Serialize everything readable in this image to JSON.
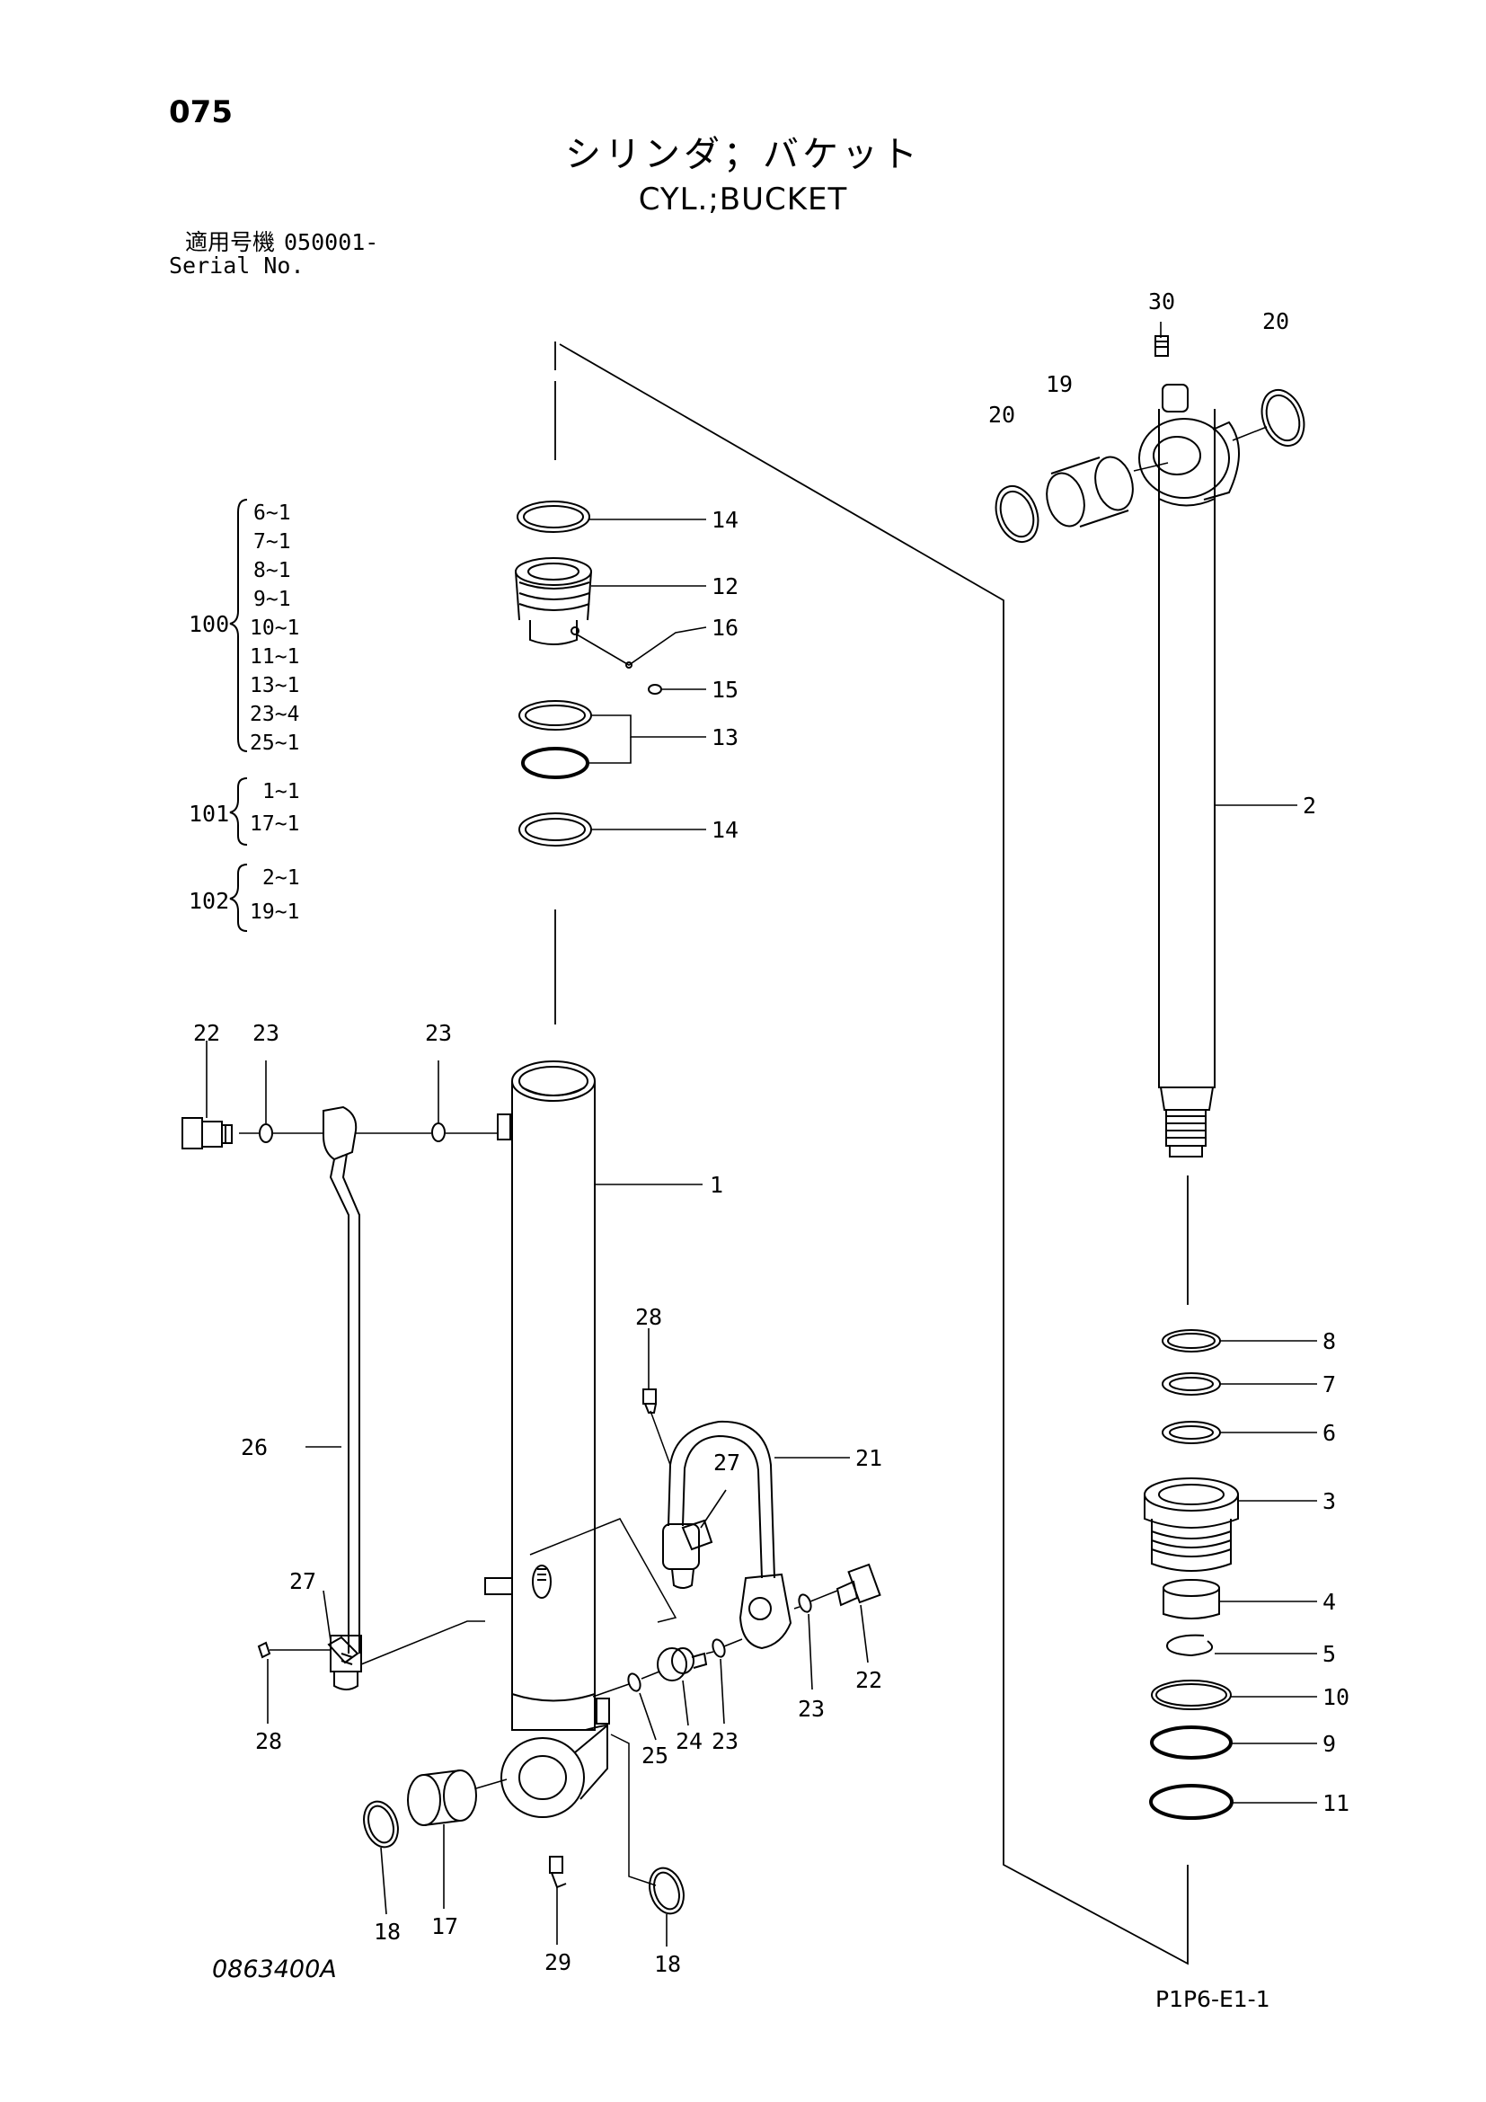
{
  "page_number": "075",
  "title_jp": "シリンダ；バケット",
  "title_en": "CYL.;BUCKET",
  "serial": {
    "label_jp": "適用号機",
    "value": "050001-",
    "label_en": "Serial No."
  },
  "kits": [
    {
      "number": "100",
      "items": [
        "6~1",
        "7~1",
        "8~1",
        "9~1",
        "10~1",
        "11~1",
        "13~1",
        "23~4",
        "25~1"
      ]
    },
    {
      "number": "101",
      "items": [
        "1~1",
        "17~1"
      ]
    },
    {
      "number": "102",
      "items": [
        "2~1",
        "19~1"
      ]
    }
  ],
  "callouts": {
    "c14a": "14",
    "c12": "12",
    "c16": "16",
    "c15": "15",
    "c13": "13",
    "c14b": "14",
    "c30": "30",
    "c20a": "20",
    "c20b": "20",
    "c19": "19",
    "c2": "2",
    "c8": "8",
    "c7": "7",
    "c6": "6",
    "c3": "3",
    "c4": "4",
    "c5": "5",
    "c10": "10",
    "c9": "9",
    "c11": "11",
    "c22a": "22",
    "c23a": "23",
    "c23b": "23",
    "c1": "1",
    "c28a": "28",
    "c27a": "27",
    "c21": "21",
    "c26": "26",
    "c27b": "27",
    "c28b": "28",
    "c22b": "22",
    "c23c": "23",
    "c23d": "23",
    "c24": "24",
    "c25": "25",
    "c18a": "18",
    "c17": "17",
    "c29": "29",
    "c18b": "18"
  },
  "drawing_number": "0863400A",
  "sheet_number": "P1P6-E1-1"
}
